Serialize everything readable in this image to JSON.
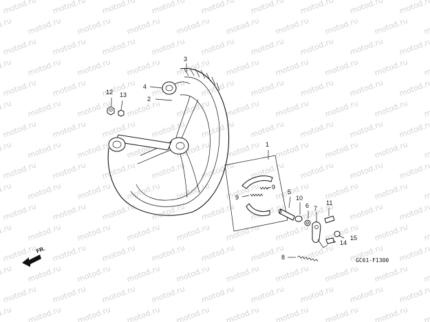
{
  "watermark": "motod.ru",
  "direction_label": "FR.",
  "diagram_code": "GC61-F1300",
  "callouts": {
    "c1": "1",
    "c2": "2",
    "c3": "3",
    "c4": "4",
    "c5": "5",
    "c6": "6",
    "c7": "7",
    "c8": "8",
    "c9a": "9",
    "c9b": "9",
    "c10": "10",
    "c11": "11",
    "c12": "12",
    "c13": "13",
    "c14": "14",
    "c15": "15"
  }
}
